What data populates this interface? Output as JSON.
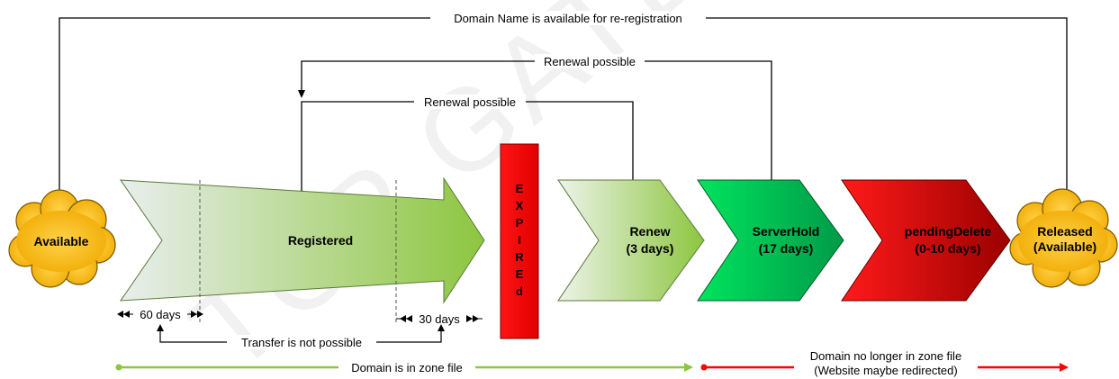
{
  "watermark": "TCP GATEWAY",
  "top_loop_label": "Domain Name is available for re-registration",
  "renewal_label_1": "Renewal possible",
  "renewal_label_2": "Renewal possible",
  "transfer_label": "Transfer is not possible",
  "days_60": "60 days",
  "days_30": "30 days",
  "zone_in_label": "Domain is in zone file",
  "zone_out_line1": "Domain no longer in zone file",
  "zone_out_line2": "(Website maybe redirected)",
  "states": {
    "available": "Available",
    "registered": "Registered",
    "expired_letters": [
      "E",
      "X",
      "P",
      "I",
      "R",
      "E",
      "d"
    ],
    "renew_line1": "Renew",
    "renew_line2": "(3 days)",
    "serverhold_line1": "ServerHold",
    "serverhold_line2": "(17 days)",
    "pending_line1": "pendingDelete",
    "pending_line2": "(0-10 days)",
    "released_line1": "Released",
    "released_line2": "(Available)"
  },
  "colors": {
    "cloud": "#f5b800",
    "registered_start": "#e9eeee",
    "registered_end": "#8dc63f",
    "expired": "#ff1a1a",
    "renew_start": "#e9f1e6",
    "renew_end": "#8dc63f",
    "serverhold_start": "#00e05a",
    "serverhold_end": "#00a04a",
    "pending_start": "#ff1010",
    "pending_end": "#a00000",
    "zone_in": "#8dc63f",
    "zone_out": "#ff0000"
  }
}
